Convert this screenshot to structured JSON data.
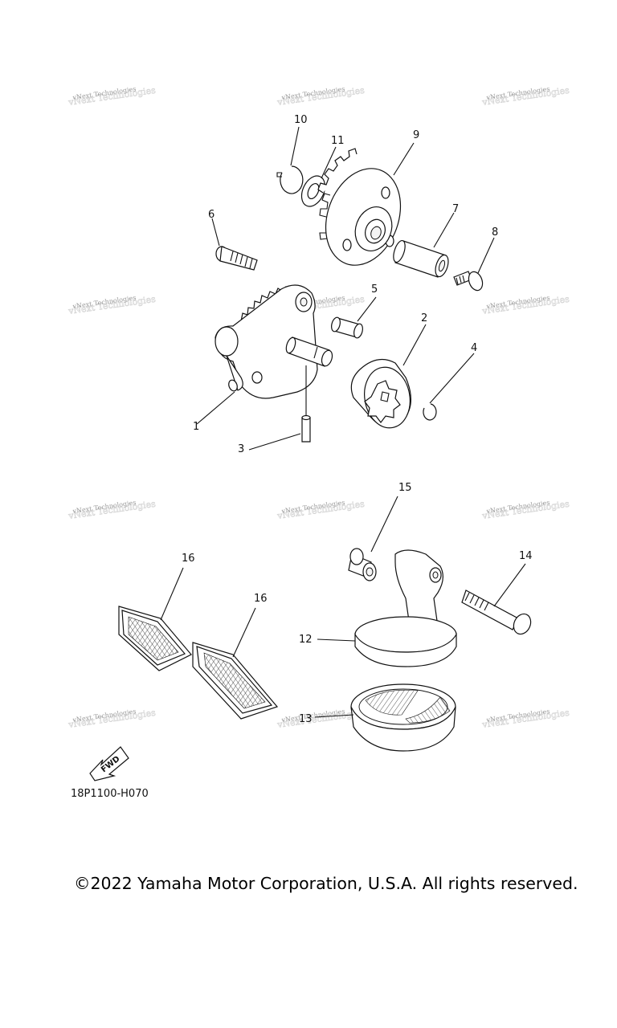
{
  "diagram": {
    "watermark_text": "vNext Technologies",
    "part_code": "18P1100-H070",
    "direction_label": "FWD",
    "callouts": {
      "c1": "1",
      "c2": "2",
      "c3": "3",
      "c4": "4",
      "c5": "5",
      "c6": "6",
      "c7": "7",
      "c8": "8",
      "c9": "9",
      "c10": "10",
      "c11": "11",
      "c12": "12",
      "c13": "13",
      "c14": "14",
      "c15": "15",
      "c16a": "16",
      "c16b": "16"
    }
  },
  "footer": {
    "copyright": "©2022 Yamaha Motor Corporation, U.S.A. All rights reserved."
  }
}
